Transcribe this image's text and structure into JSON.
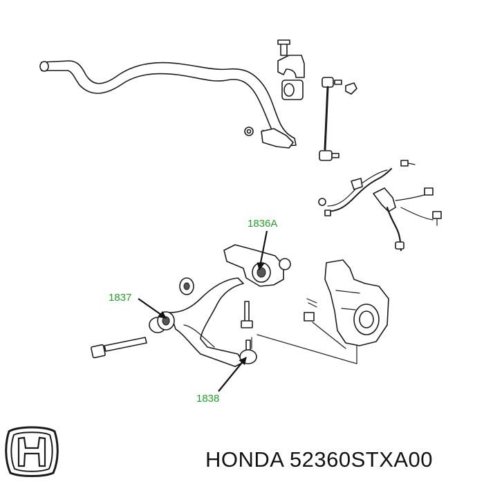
{
  "callouts": {
    "upper": "1836A",
    "left": "1837",
    "lower": "1838"
  },
  "footer": {
    "brand": "HONDA",
    "part_number": "52360STXA00"
  },
  "colors": {
    "callout": "#22a02a",
    "line": "#1a1a1a"
  },
  "icons": [
    "honda-logo-icon"
  ]
}
